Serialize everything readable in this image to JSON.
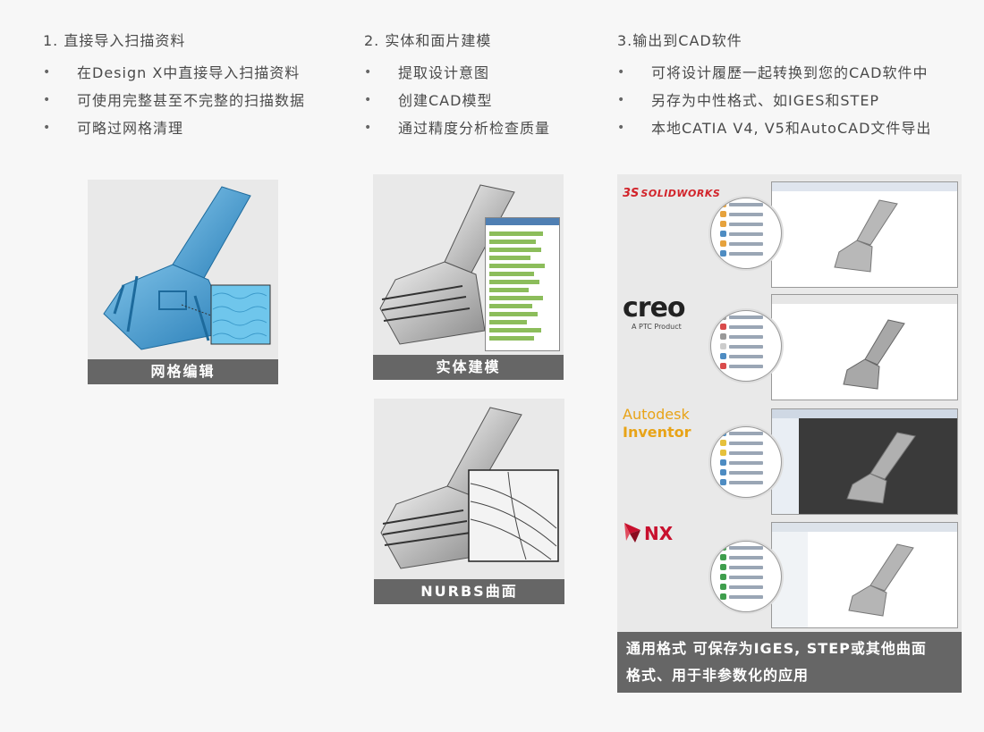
{
  "columns": [
    {
      "title": "1. 直接导入扫描资料",
      "items": [
        "在Design X中直接导入扫描资料",
        "可使用完整甚至不完整的扫描数据",
        "可略过网格清理"
      ]
    },
    {
      "title": "2. 实体和面片建模",
      "items": [
        "提取设计意图",
        "创建CAD模型",
        "通过精度分析检查质量"
      ]
    },
    {
      "title": "3.输出到CAD软件",
      "items": [
        "可将设计履歷一起转换到您的CAD软件中",
        "另存为中性格式、如IGES和STEP",
        "本地CATIA V4, V5和AutoCAD文件导出"
      ]
    }
  ],
  "captions": {
    "mesh": "网格编辑",
    "solid": "实体建模",
    "nurbs": "NURBS曲面"
  },
  "logos": {
    "solidworks": "SOLIDWORKS",
    "solidworks_prefix": "3S",
    "creo": "creo",
    "creo_sub": "A PTC Product",
    "autodesk": "Autodesk",
    "inventor": "Inventor",
    "nx": "NX"
  },
  "export_caption": {
    "line1": "通用格式 可保存为IGES, STEP或其他曲面",
    "line2": "格式、用于非参数化的应用"
  },
  "colors": {
    "caption_bg": "#666666",
    "solidworks_red": "#d2232a",
    "autodesk_orange": "#e8a317",
    "nx_red": "#c8102e"
  }
}
